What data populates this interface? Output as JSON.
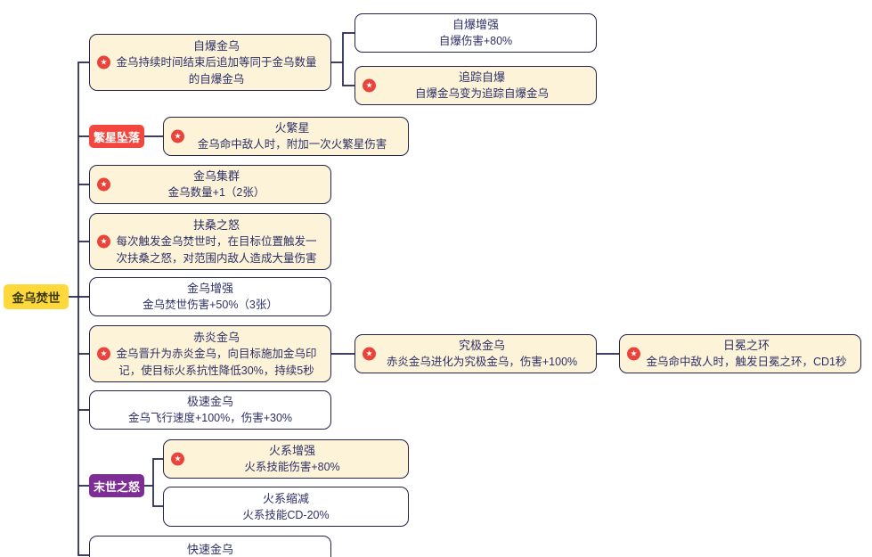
{
  "root": {
    "label": "金乌焚世"
  },
  "icons": {
    "star": "★"
  },
  "branches": {
    "zibao_jinwu": {
      "title": "自爆金乌",
      "body": "金乌持续时间结束后追加等同于金乌数量\n的自爆金乌"
    },
    "zibao_zengqiang": {
      "title": "自爆增强",
      "body": "自爆伤害+80%"
    },
    "zhuizong_zibao": {
      "title": "追踪自爆",
      "body": "自爆金乌变为追踪自爆金乌"
    },
    "fanxing_zhuiluo": {
      "label": "繁星坠落"
    },
    "huo_fanxing": {
      "title": "火繁星",
      "body": "金乌命中敌人时，附加一次火繁星伤害"
    },
    "jinwu_jiqun": {
      "title": "金乌集群",
      "body": "金乌数量+1（2张）"
    },
    "fusang_zhinu": {
      "title": "扶桑之怒",
      "body": "每次触发金乌焚世时，在目标位置触发一\n次扶桑之怒，对范围内敌人造成大量伤害"
    },
    "jinwu_zengqiang": {
      "title": "金乌增强",
      "body": "金乌焚世伤害+50%（3张）"
    },
    "chiyan_jinwu": {
      "title": "赤炎金乌",
      "body": "金乌晋升为赤炎金乌，向目标施加金乌印\n记，使目标火系抗性降低30%，持续5秒"
    },
    "jiuji_jinwu": {
      "title": "究极金乌",
      "body": "赤炎金乌进化为究极金乌，伤害+100%"
    },
    "rimian_zhihuan": {
      "title": "日冕之环",
      "body": "金乌命中敌人时，触发日冕之环，CD1秒"
    },
    "jisu_jinwu": {
      "title": "极速金乌",
      "body": "金乌飞行速度+100%，伤害+30%"
    },
    "moshi_zhinu": {
      "label": "末世之怒"
    },
    "huoxi_zengqiang": {
      "title": "火系增强",
      "body": "火系技能伤害+80%"
    },
    "huoxi_suojian": {
      "title": "火系缩减",
      "body": "火系技能CD-20%"
    },
    "kuaisu_jinwu": {
      "title": "快速金乌"
    }
  },
  "colors": {
    "line": "#23244D",
    "ink": "#2E3066",
    "cream": "#FCF3D8",
    "star-red": "#E8443B",
    "tag-red": "#F2473F",
    "tag-purple": "#7C2E94",
    "root-yellow": "#FFD83B"
  }
}
